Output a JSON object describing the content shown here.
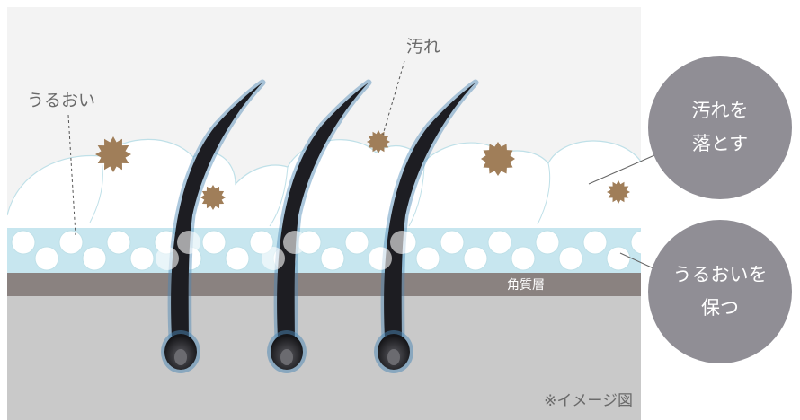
{
  "labels": {
    "moisture": "うるおい",
    "dirt": "汚れ",
    "stratum_corneum": "角質層",
    "note": "※イメージ図"
  },
  "callouts": {
    "remove_dirt": {
      "line1": "汚れを",
      "line2": "落とす"
    },
    "keep_moisture": {
      "line1": "うるおいを",
      "line2": "保つ"
    }
  },
  "colors": {
    "background": "#f3f3f3",
    "skin": "#c9c9c9",
    "stratum_band": "#8a8280",
    "moisture_band": "#c7e6ef",
    "foam": "#ffffff",
    "foam_outline": "#bfe0e8",
    "dirt": "#a07e59",
    "hair": "#1d1d22",
    "hair_glow": "#4a86b4",
    "callout_circle": "#908e95",
    "text_gray": "#6a6a6a"
  }
}
